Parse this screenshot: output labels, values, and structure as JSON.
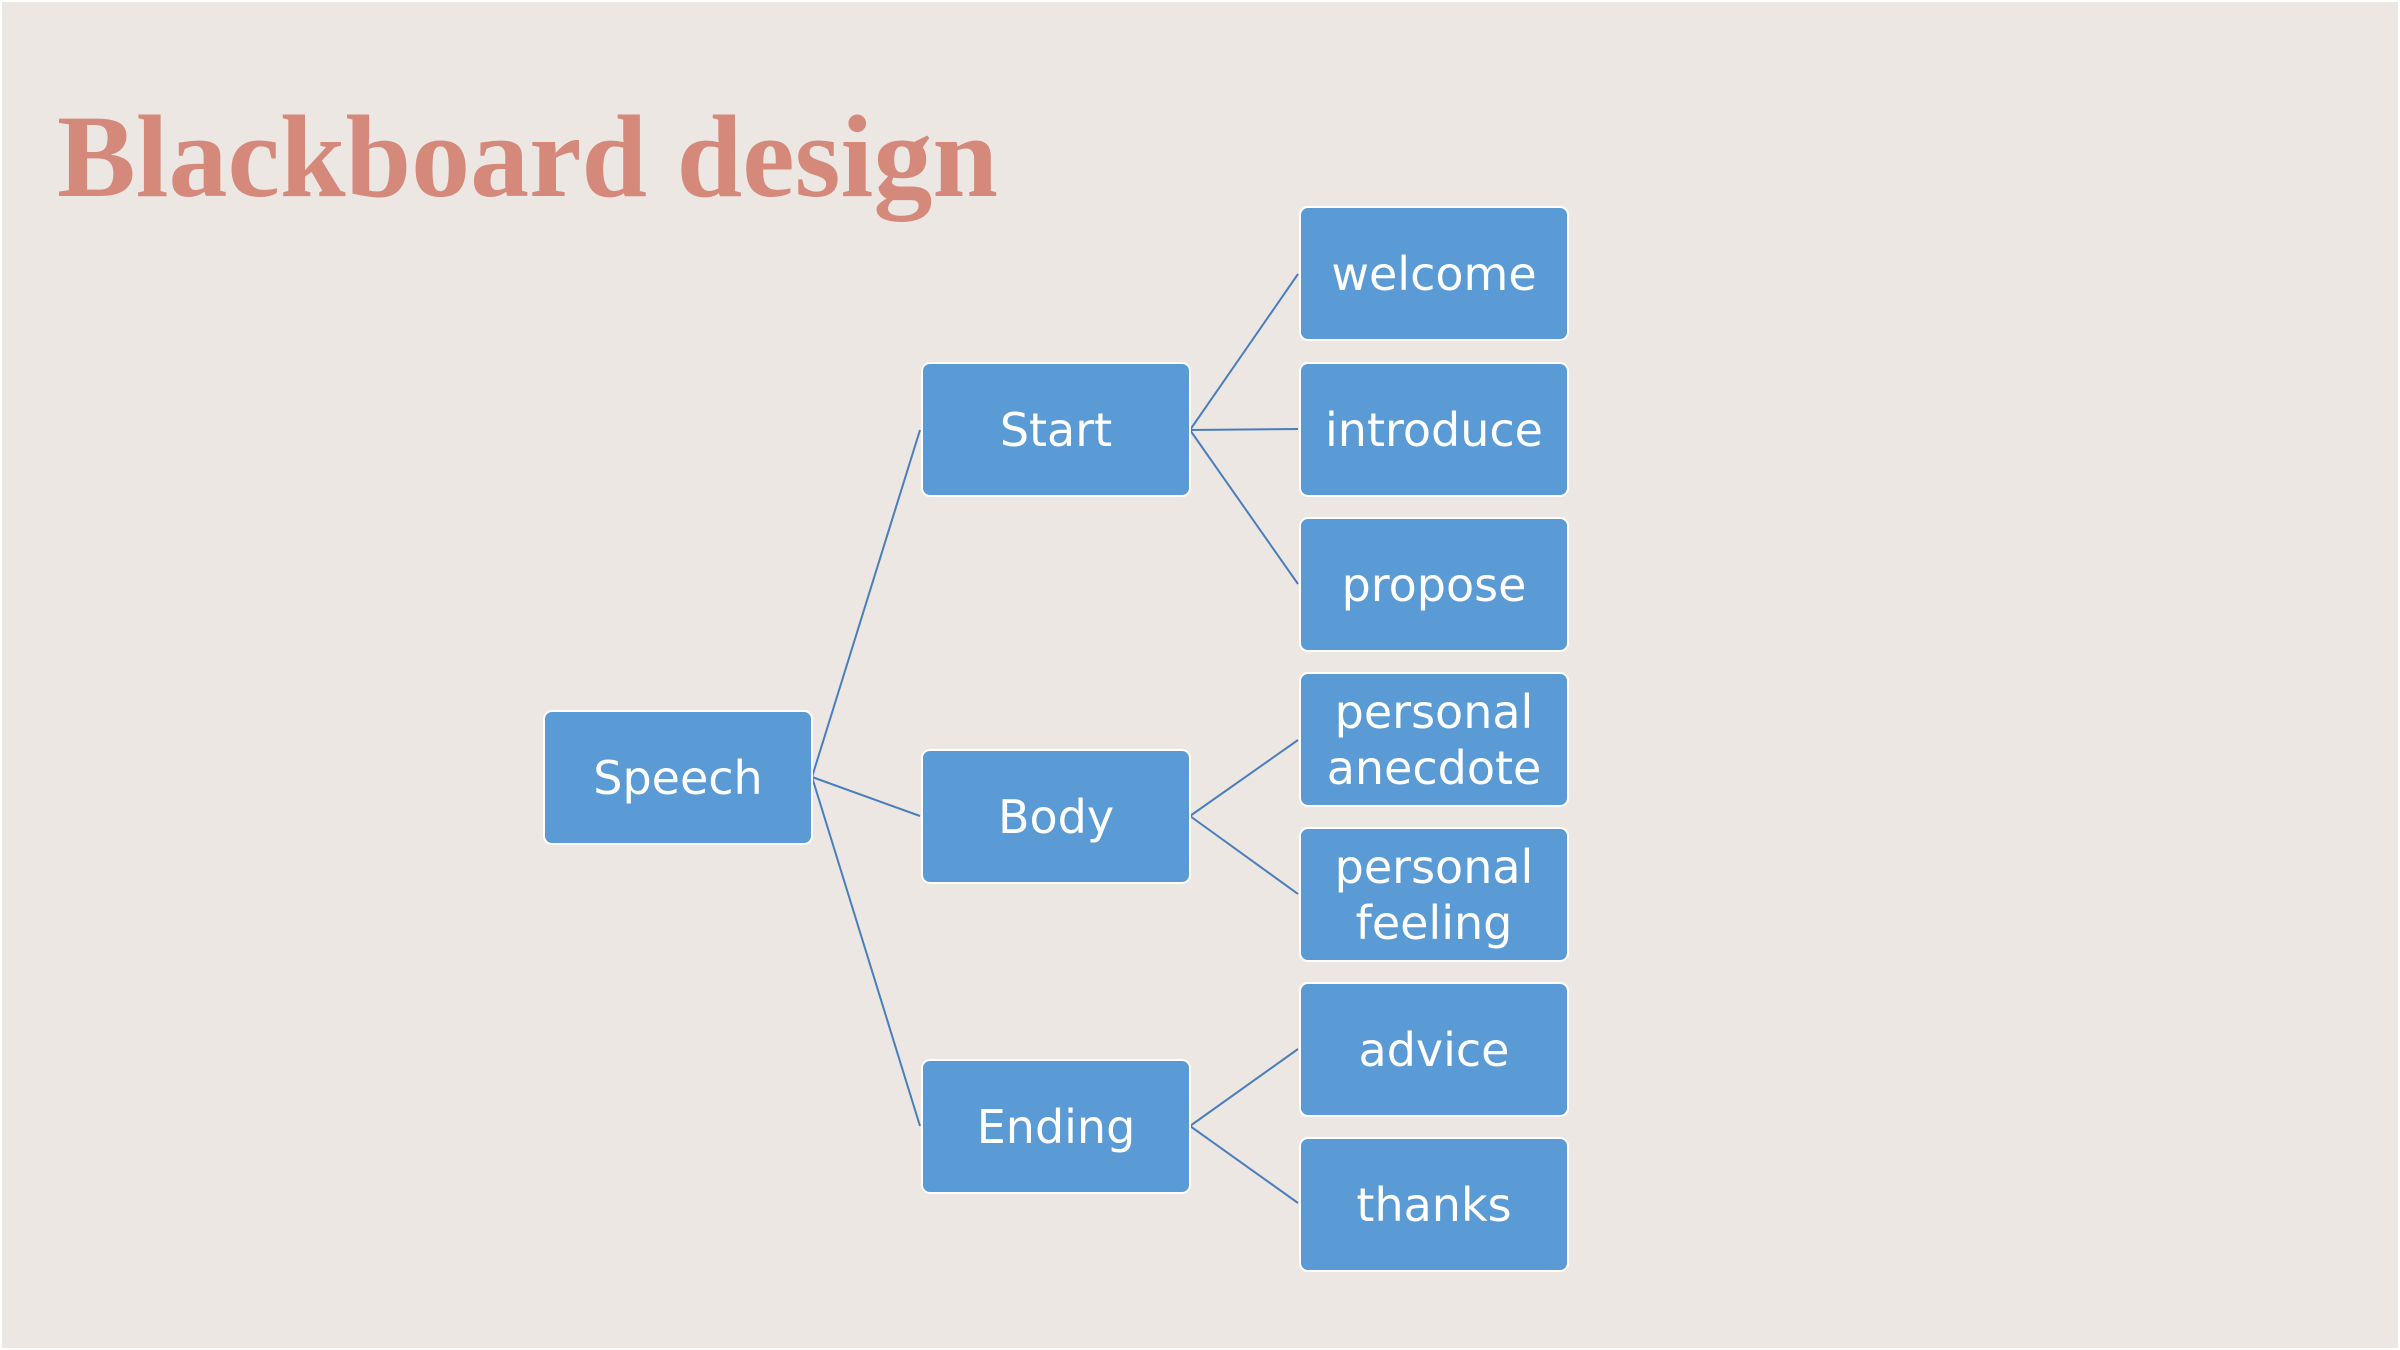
{
  "slide": {
    "title": "Blackboard design",
    "colors": {
      "background": "#ece7e3",
      "title": "#d4897b",
      "node_fill": "#5b9bd5",
      "connector": "#4a7ebb"
    }
  },
  "diagram": {
    "root": {
      "label": "Speech"
    },
    "branches": [
      {
        "label": "Start",
        "children": [
          {
            "label": "welcome"
          },
          {
            "label": "introduce"
          },
          {
            "label": "propose"
          }
        ]
      },
      {
        "label": "Body",
        "children": [
          {
            "label": "personal anecdote"
          },
          {
            "label": "personal feeling"
          }
        ]
      },
      {
        "label": "Ending",
        "children": [
          {
            "label": "advice"
          },
          {
            "label": "thanks"
          }
        ]
      }
    ]
  }
}
